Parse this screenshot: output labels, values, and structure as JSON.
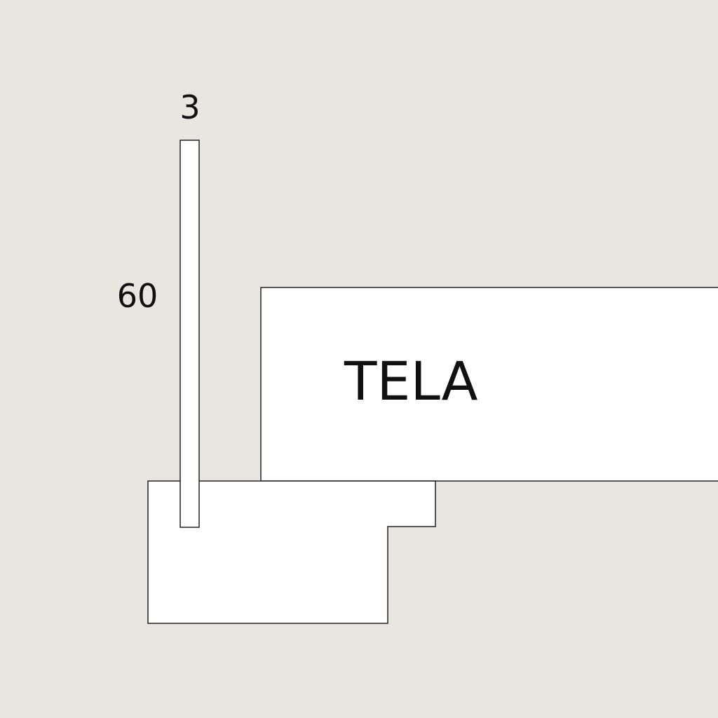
{
  "dimensions": {
    "width_label": "3",
    "height_label": "60"
  },
  "canvas_label": "TELA",
  "colors": {
    "background": "#e9e5e0",
    "fill": "#ffffff",
    "stroke": "#222222",
    "text": "#111111"
  }
}
